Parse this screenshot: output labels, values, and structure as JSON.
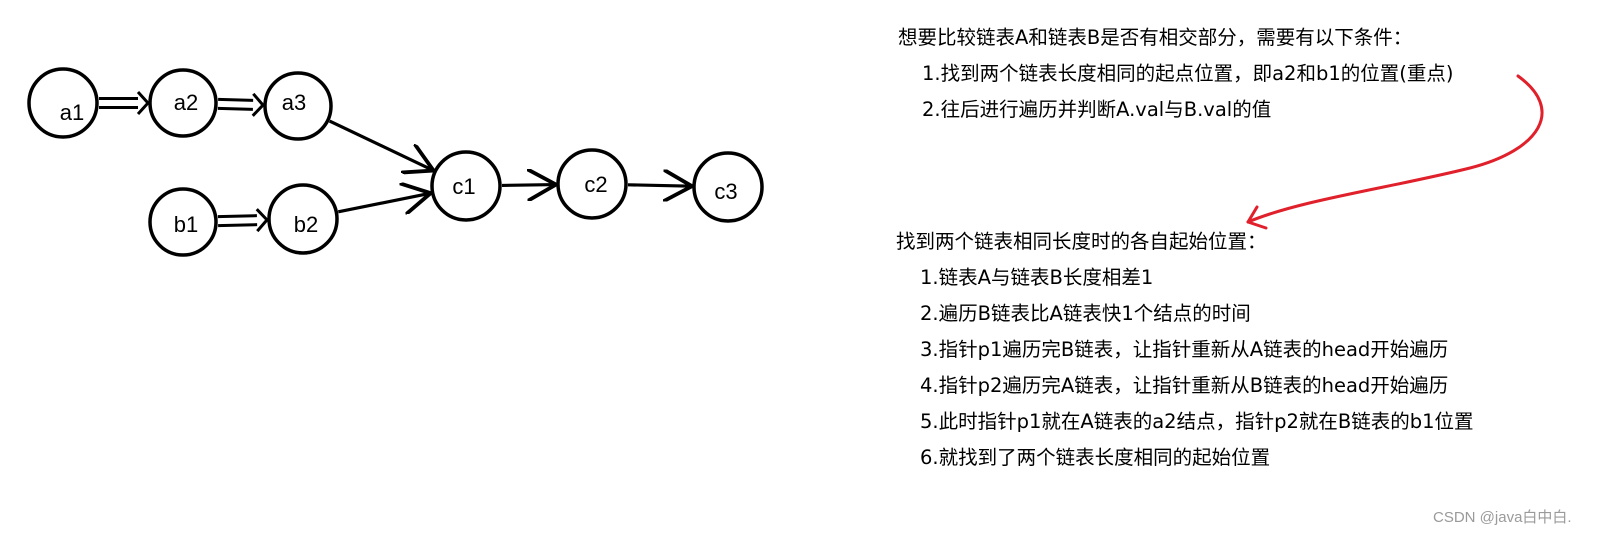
{
  "diagram": {
    "nodes": [
      {
        "id": "a1",
        "label": "a1"
      },
      {
        "id": "a2",
        "label": "a2"
      },
      {
        "id": "a3",
        "label": "a3"
      },
      {
        "id": "b1",
        "label": "b1"
      },
      {
        "id": "b2",
        "label": "b2"
      },
      {
        "id": "c1",
        "label": "c1"
      },
      {
        "id": "c2",
        "label": "c2"
      },
      {
        "id": "c3",
        "label": "c3"
      }
    ],
    "edges": [
      {
        "from": "a1",
        "to": "a2",
        "style": "double"
      },
      {
        "from": "a2",
        "to": "a3",
        "style": "double"
      },
      {
        "from": "b1",
        "to": "b2",
        "style": "double"
      },
      {
        "from": "a3",
        "to": "c1",
        "style": "single"
      },
      {
        "from": "b2",
        "to": "c1",
        "style": "single"
      },
      {
        "from": "c1",
        "to": "c2",
        "style": "single"
      },
      {
        "from": "c2",
        "to": "c3",
        "style": "single"
      }
    ],
    "annotation_color": "#e0202a"
  },
  "section1": {
    "title": "想要比较链表A和链表B是否有相交部分，需要有以下条件：",
    "items": [
      "1.找到两个链表长度相同的起点位置，即a2和b1的位置(重点)",
      "2.往后进行遍历并判断A.val与B.val的值"
    ]
  },
  "section2": {
    "title": "找到两个链表相同长度时的各自起始位置：",
    "items": [
      "1.链表A与链表B长度相差1",
      "2.遍历B链表比A链表快1个结点的时间",
      "3.指针p1遍历完B链表，让指针重新从A链表的head开始遍历",
      "4.指针p2遍历完A链表，让指针重新从B链表的head开始遍历",
      "5.此时指针p1就在A链表的a2结点，指针p2就在B链表的b1位置",
      "6.就找到了两个链表长度相同的起始位置"
    ]
  },
  "watermark": "CSDN @java白中白."
}
